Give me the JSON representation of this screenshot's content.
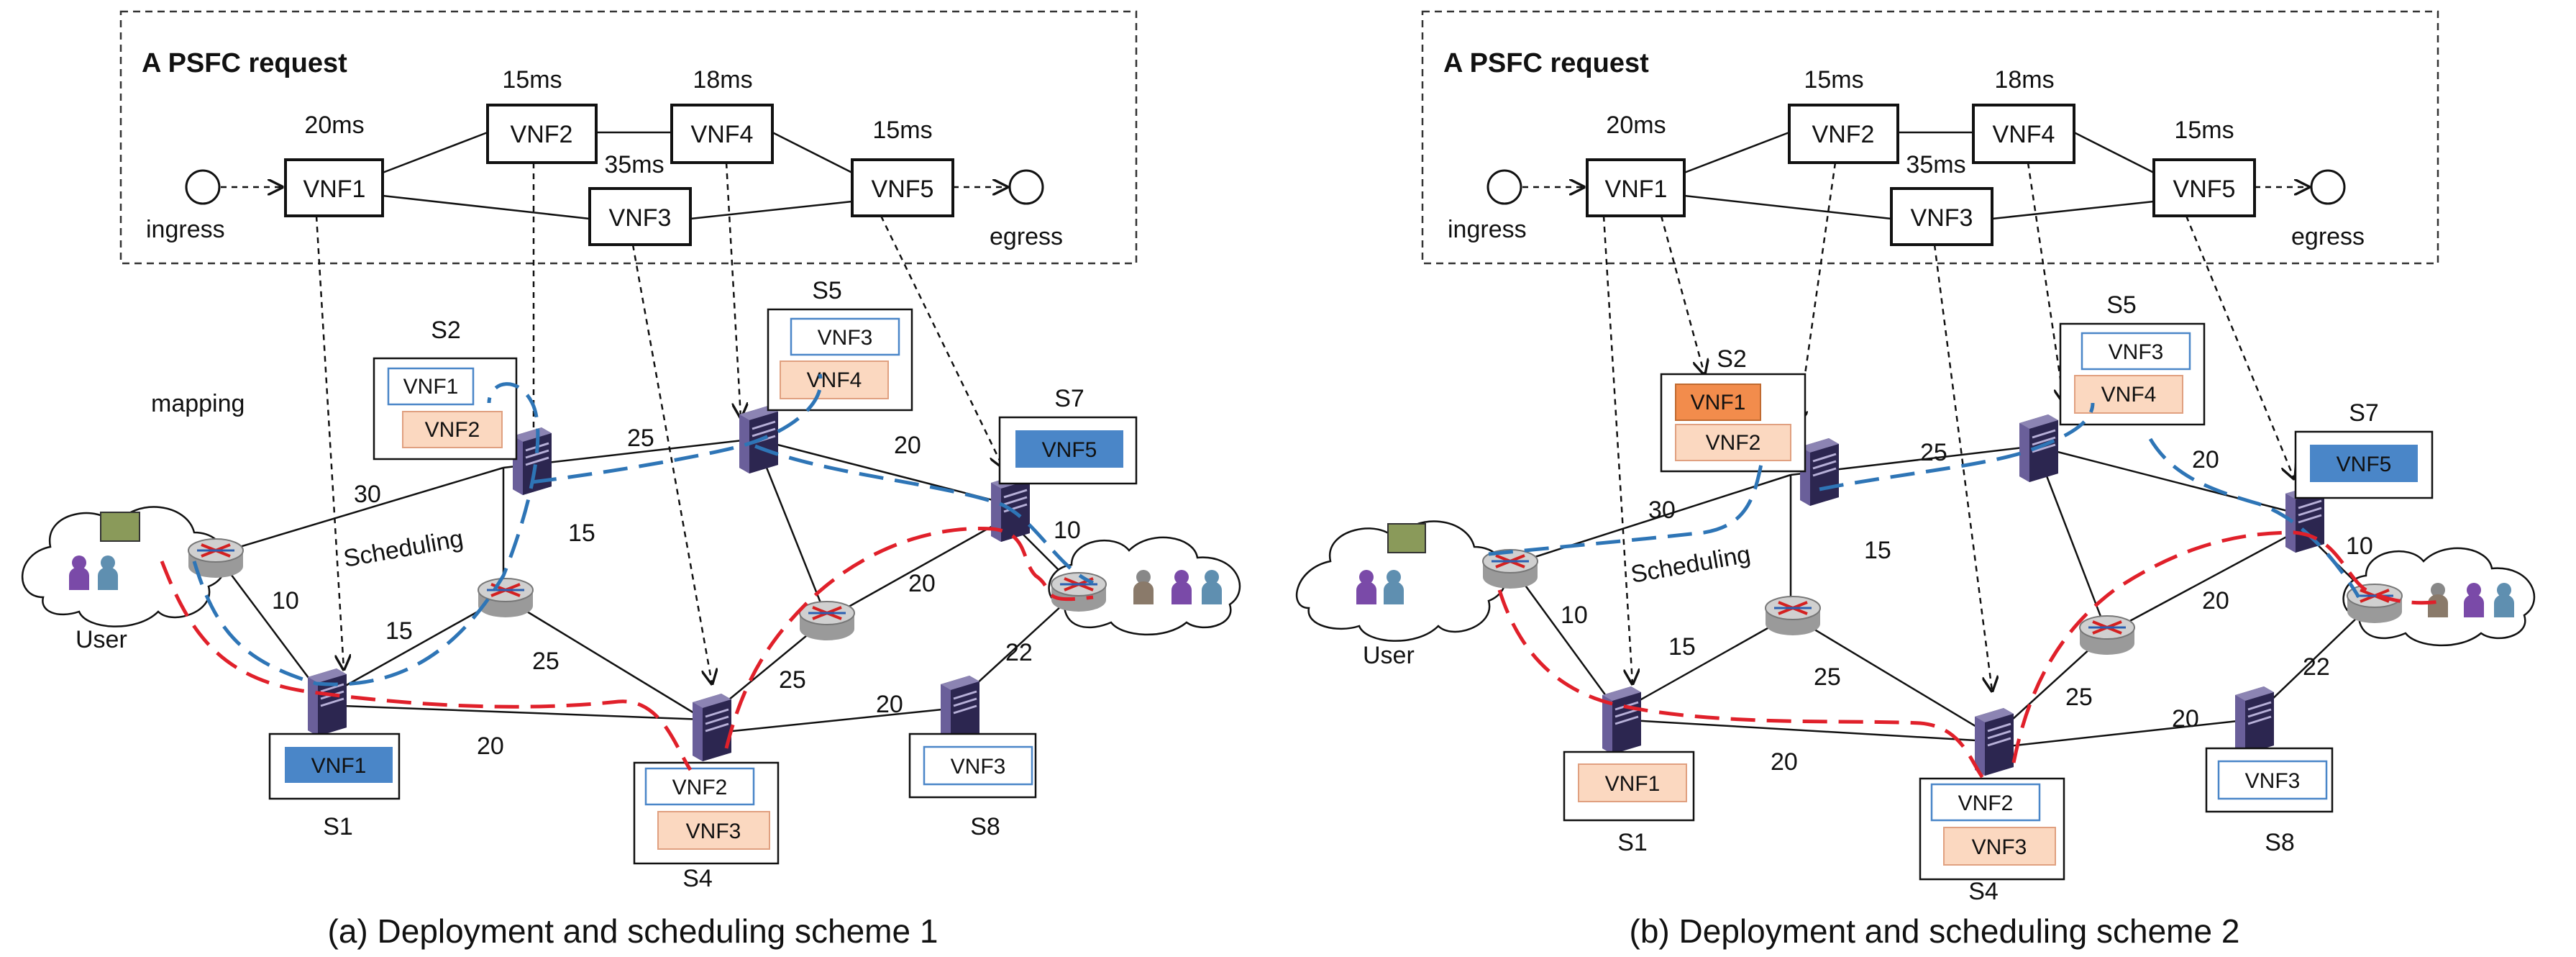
{
  "panels": [
    {
      "request_title": "A PSFC request",
      "ingress": "ingress",
      "egress": "egress",
      "vnfs": {
        "vnf1": "VNF1",
        "vnf2": "VNF2",
        "vnf3": "VNF3",
        "vnf4": "VNF4",
        "vnf5": "VNF5"
      },
      "delays": {
        "vnf1": "20ms",
        "vnf2": "15ms",
        "vnf3": "35ms",
        "vnf4": "18ms",
        "vnf5": "15ms"
      },
      "mapping": "mapping",
      "scheduling": "Scheduling",
      "user": "User",
      "servers": {
        "s1": "S1",
        "s2": "S2",
        "s4": "S4",
        "s5": "S5",
        "s7": "S7",
        "s8": "S8"
      },
      "links": {
        "l30": "30",
        "l10a": "10",
        "l15a": "15",
        "l25a": "25",
        "l15b": "15",
        "l20a": "20",
        "l25b": "25",
        "l20b": "20",
        "l25c": "25",
        "l20c": "20",
        "l22": "22",
        "l10b": "10",
        "l20d": "20"
      },
      "server_vnfs": {
        "s1": [
          "VNF1"
        ],
        "s2": [
          "VNF1",
          "VNF2"
        ],
        "s4": [
          "VNF2",
          "VNF3"
        ],
        "s5": [
          "VNF3",
          "VNF4"
        ],
        "s7": [
          "VNF5"
        ],
        "s8": [
          "VNF3"
        ]
      },
      "caption": "(a) Deployment and scheduling scheme 1"
    },
    {
      "request_title": "A PSFC request",
      "ingress": "ingress",
      "egress": "egress",
      "vnfs": {
        "vnf1": "VNF1",
        "vnf2": "VNF2",
        "vnf3": "VNF3",
        "vnf4": "VNF4",
        "vnf5": "VNF5"
      },
      "delays": {
        "vnf1": "20ms",
        "vnf2": "15ms",
        "vnf3": "35ms",
        "vnf4": "18ms",
        "vnf5": "15ms"
      },
      "scheduling": "Scheduling",
      "user": "User",
      "servers": {
        "s1": "S1",
        "s2": "S2",
        "s4": "S4",
        "s5": "S5",
        "s7": "S7",
        "s8": "S8"
      },
      "links": {
        "l30": "30",
        "l10a": "10",
        "l15a": "15",
        "l25a": "25",
        "l15b": "15",
        "l20a": "20",
        "l25b": "25",
        "l20b": "20",
        "l25c": "25",
        "l20c": "20",
        "l22": "22",
        "l10b": "10",
        "l20d": "20"
      },
      "server_vnfs": {
        "s1": [
          "VNF1"
        ],
        "s2": [
          "VNF1",
          "VNF2"
        ],
        "s4": [
          "VNF2",
          "VNF3"
        ],
        "s5": [
          "VNF3",
          "VNF4"
        ],
        "s7": [
          "VNF5"
        ],
        "s8": [
          "VNF3"
        ]
      },
      "caption": "(b) Deployment and scheduling scheme 2"
    }
  ],
  "colors": {
    "blue_fill": "#4a86c8",
    "peach_fill": "#fbd8c0",
    "orange_fill": "#f28c4c",
    "white_fill": "#ffffff",
    "blue_outline": "#4a86c8",
    "peach_outline": "#e0a080",
    "blue_path": "#2e75b6",
    "red_path": "#e0202a"
  }
}
